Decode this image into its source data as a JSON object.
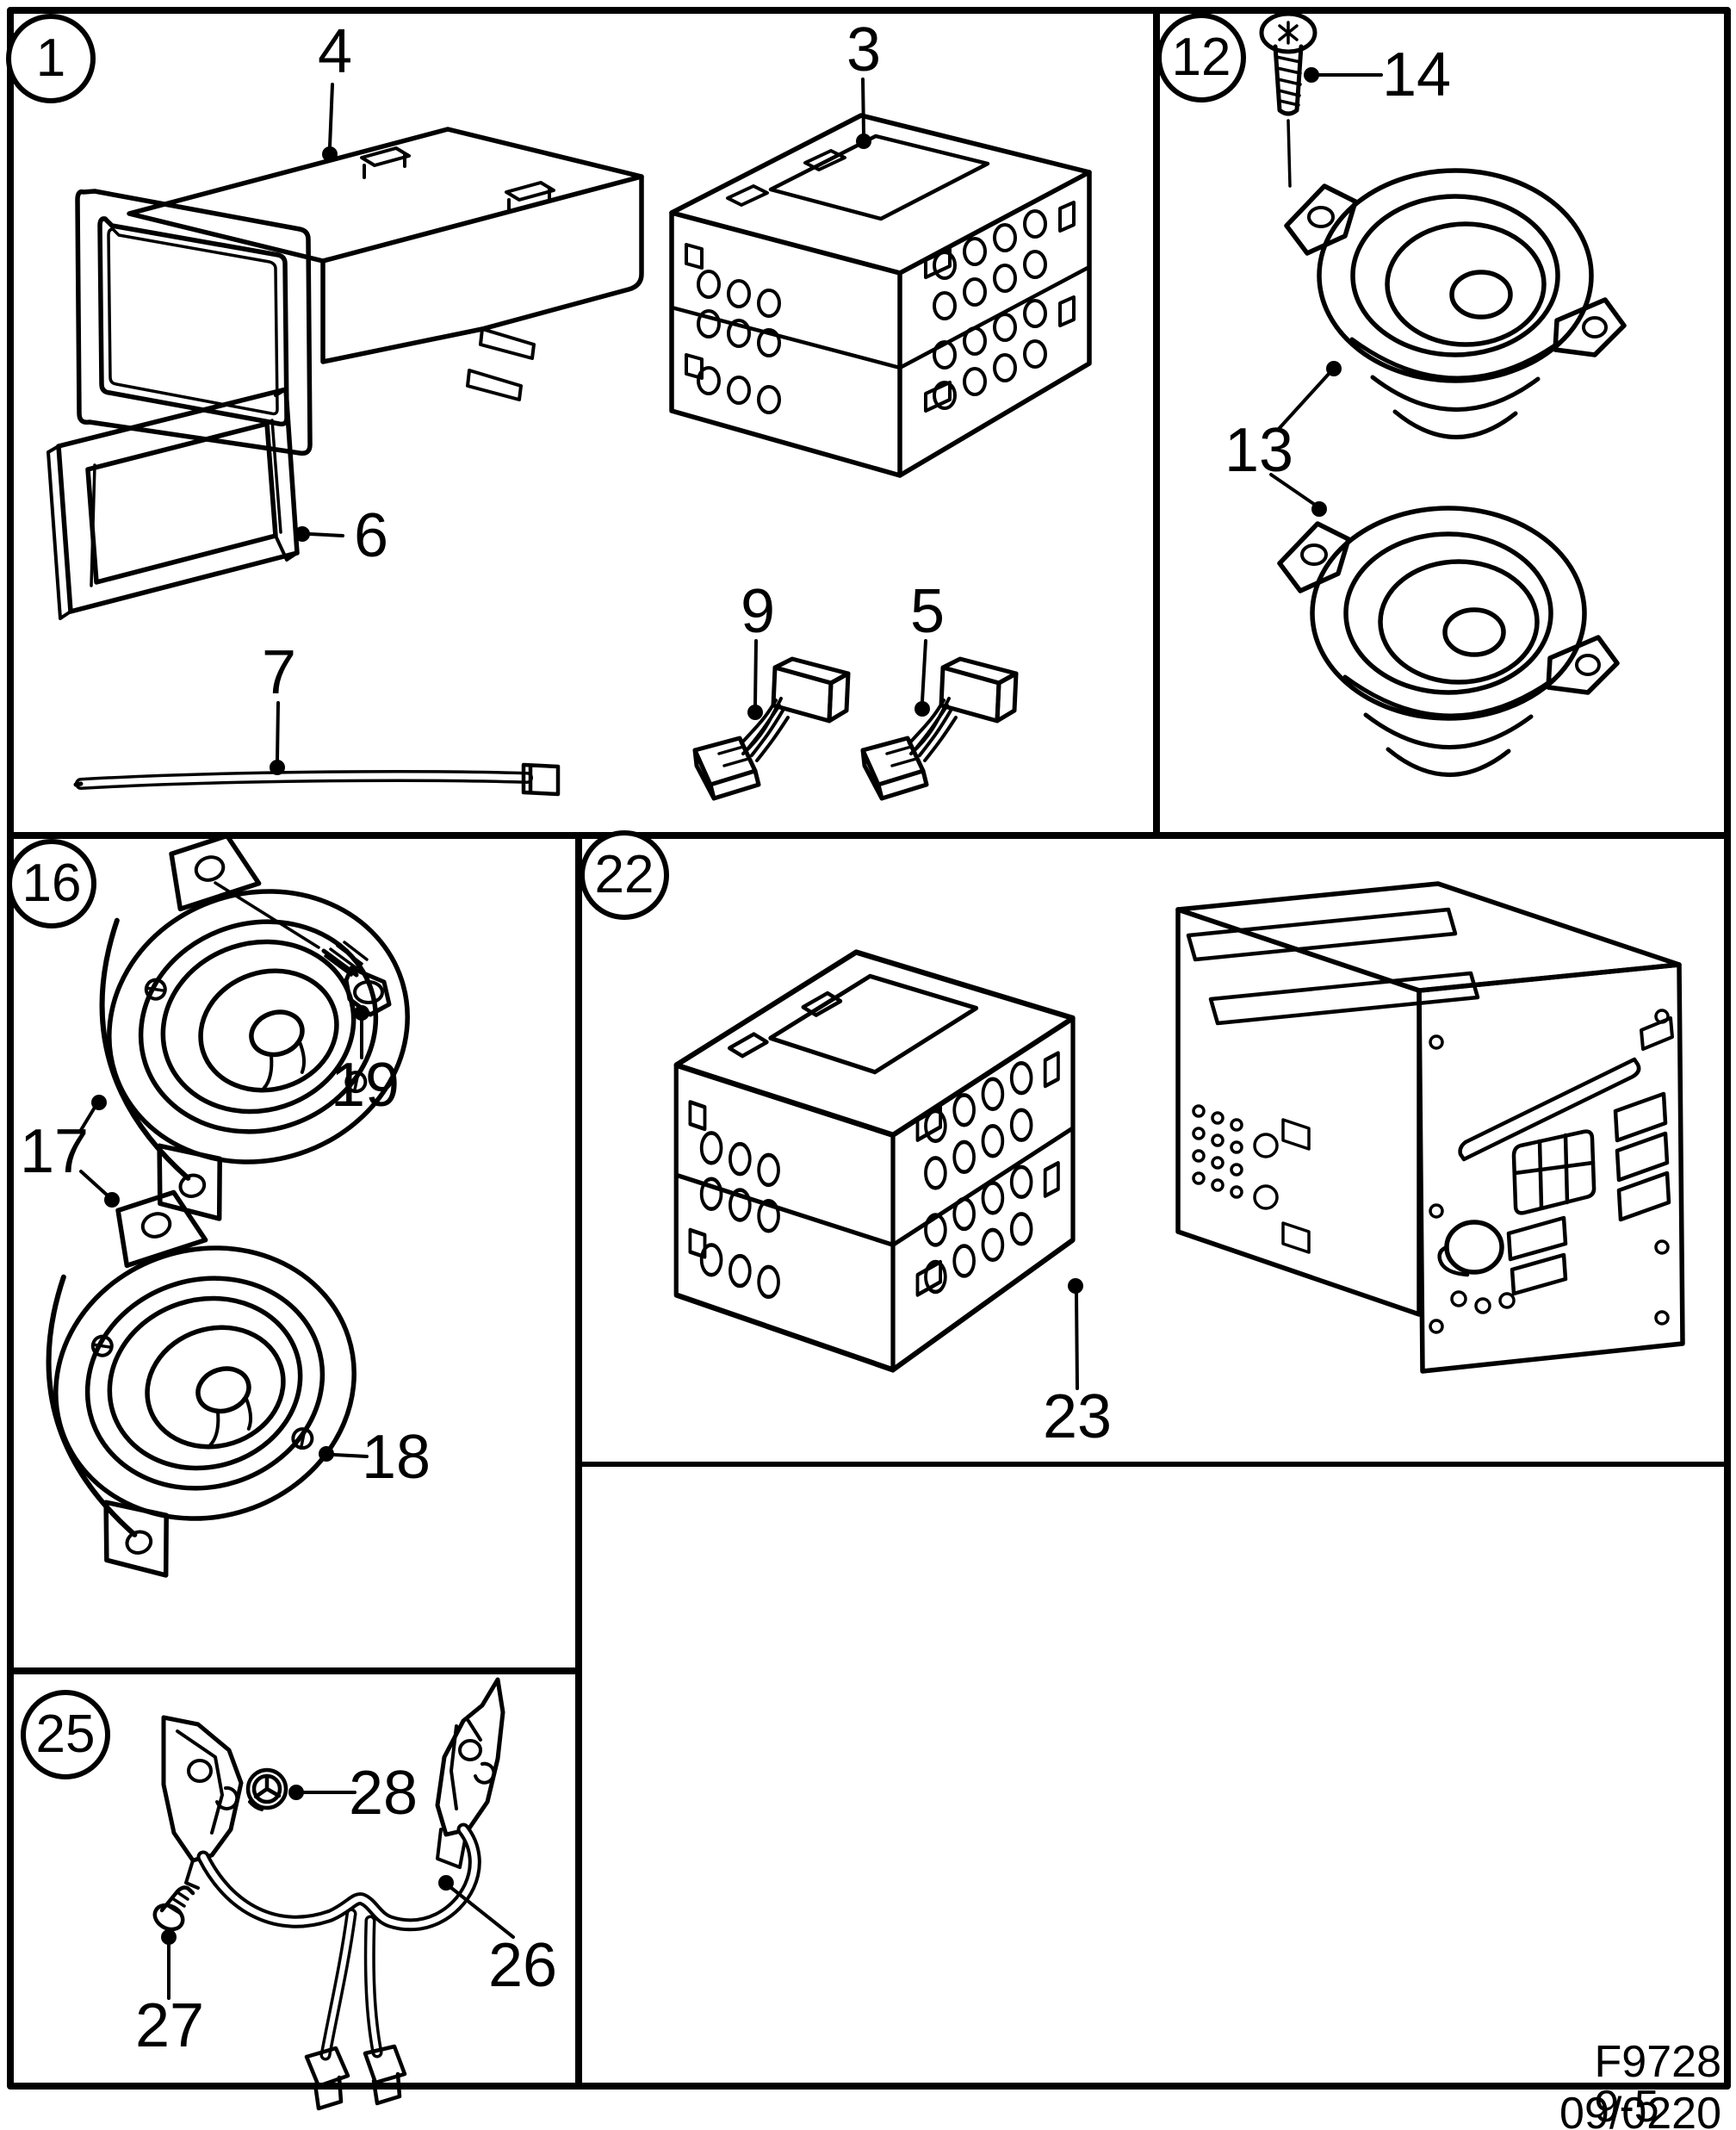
{
  "figure": {
    "code": "F9728 9-5",
    "revision": "09/0220"
  },
  "panels": [
    {
      "id": "1",
      "number": "1",
      "callouts": [
        "4",
        "3",
        "6",
        "7",
        "9",
        "5"
      ]
    },
    {
      "id": "12",
      "number": "12",
      "callouts": [
        "14",
        "13"
      ]
    },
    {
      "id": "16",
      "number": "16",
      "callouts": [
        "19",
        "17",
        "18"
      ]
    },
    {
      "id": "22",
      "number": "22",
      "callouts": [
        "23"
      ]
    },
    {
      "id": "25",
      "number": "25",
      "callouts": [
        "28",
        "26",
        "27"
      ]
    }
  ]
}
